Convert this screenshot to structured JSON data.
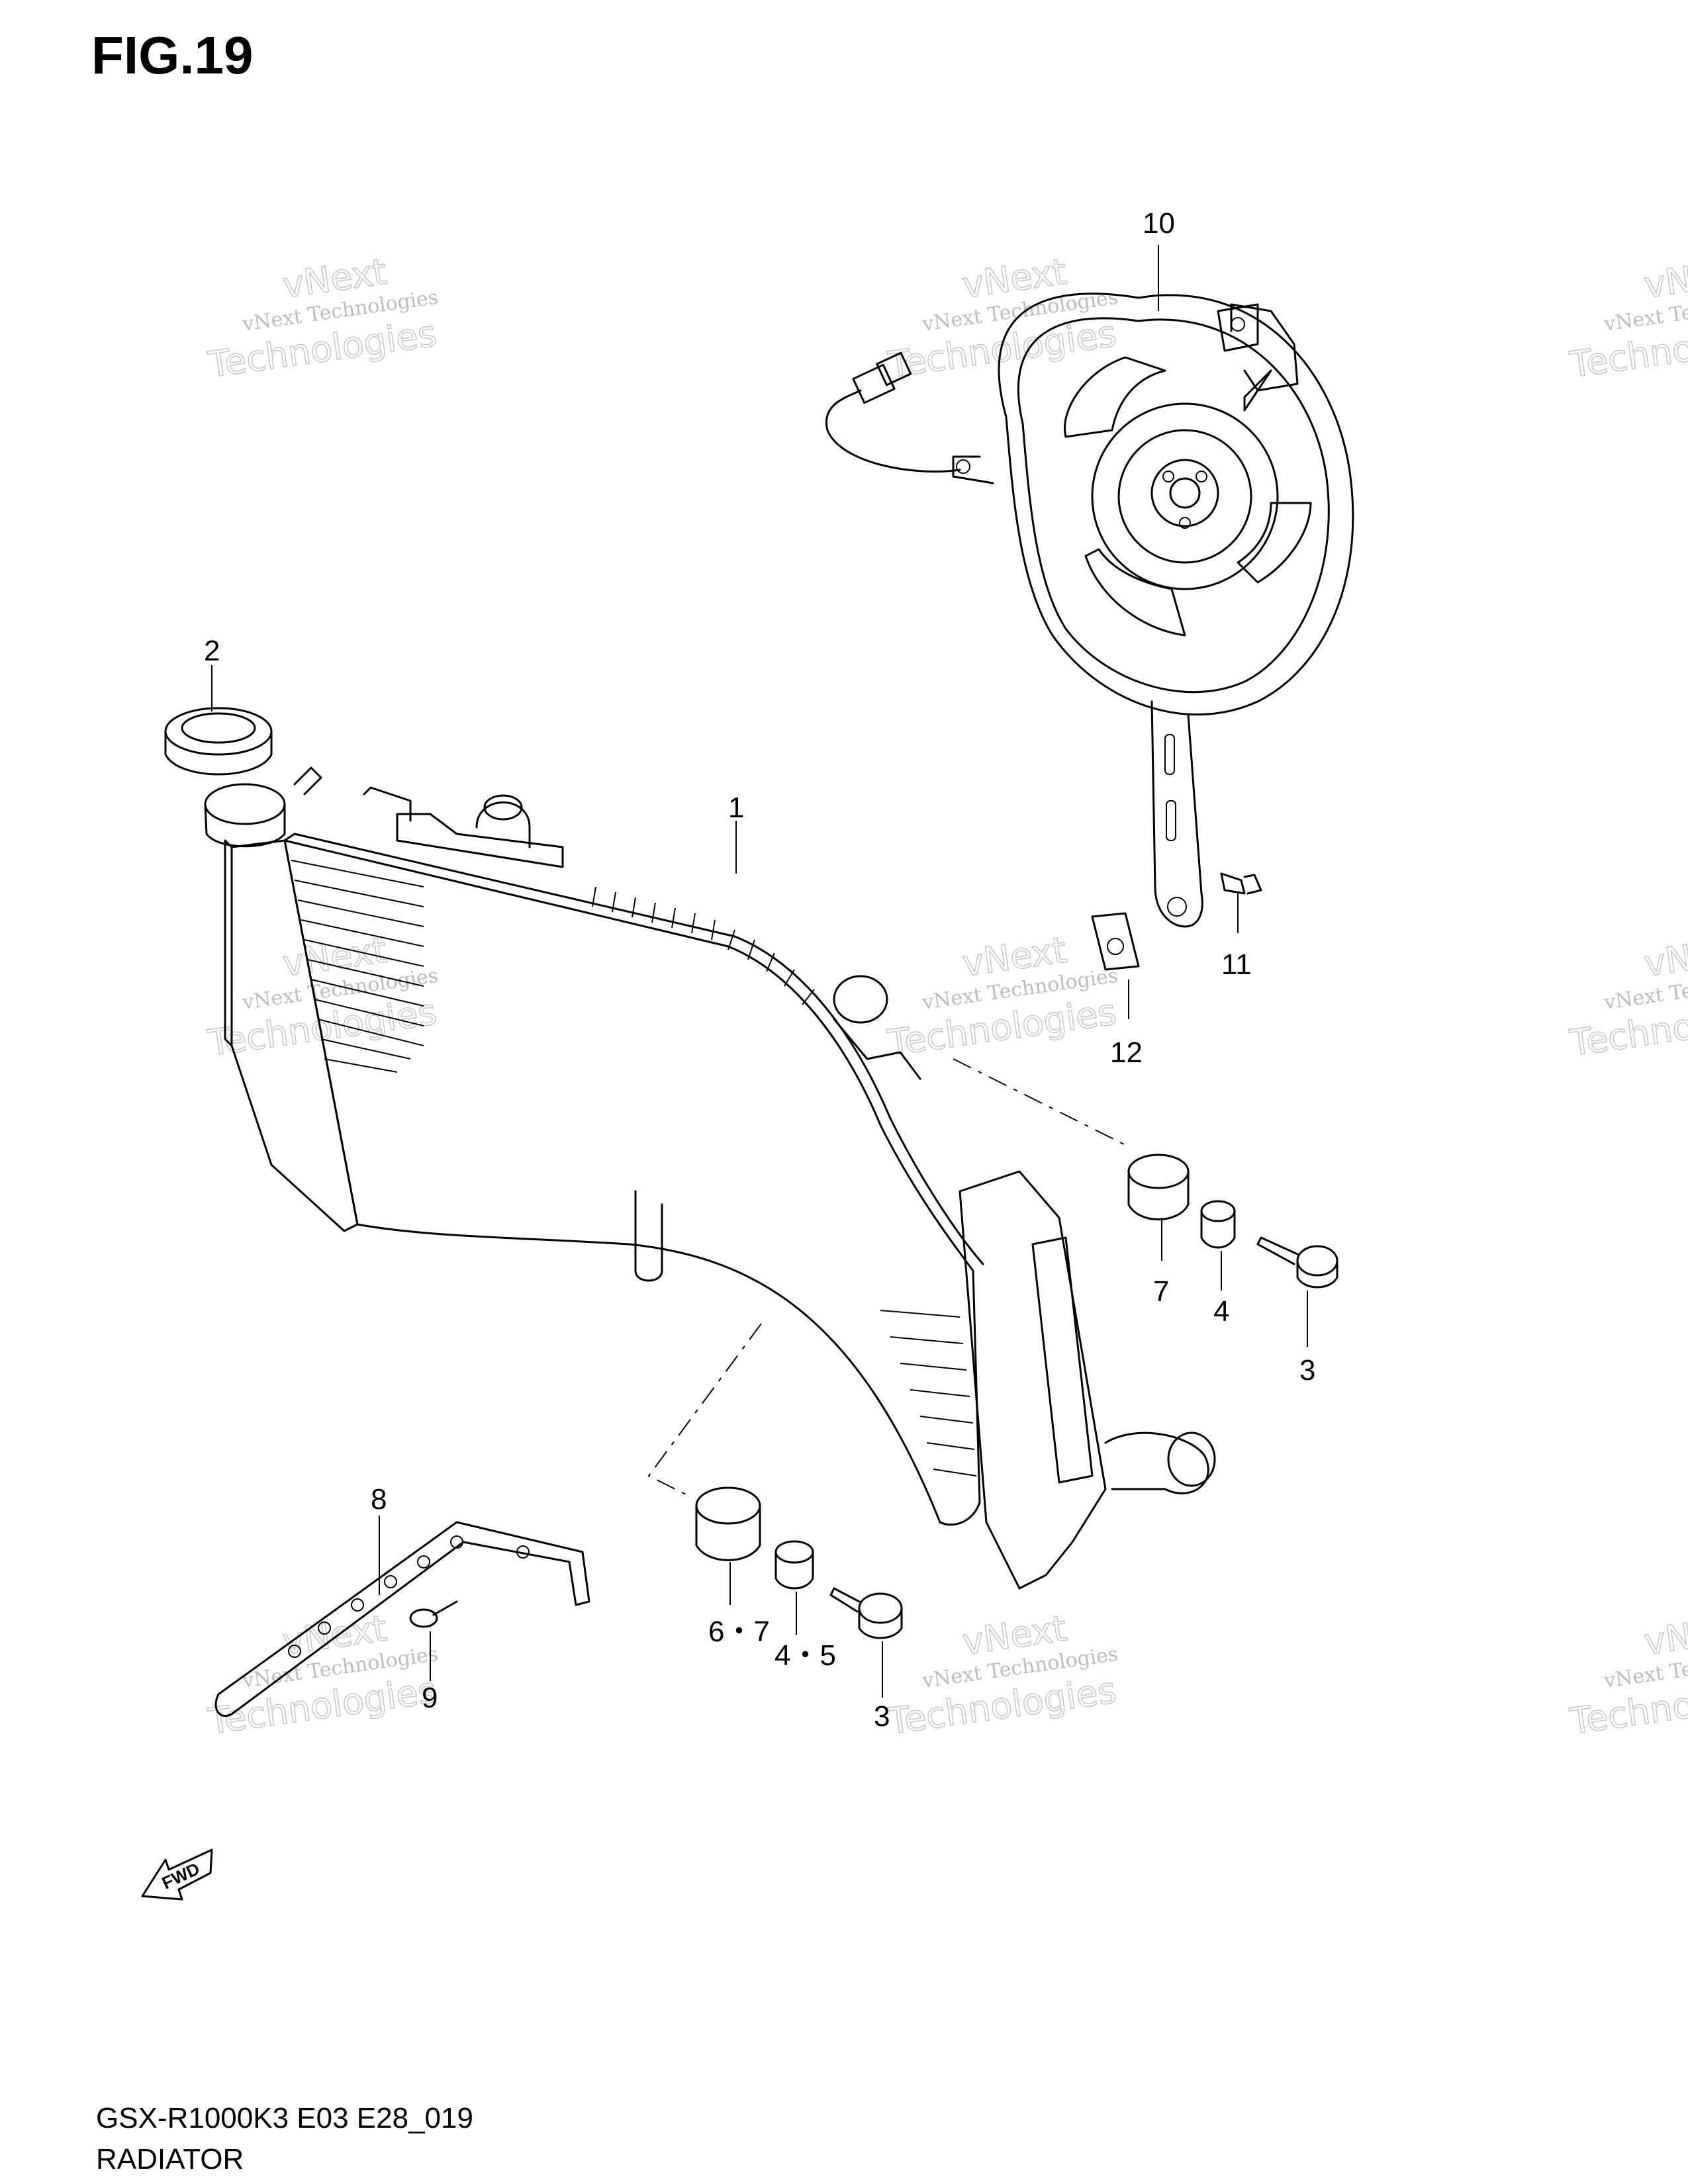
{
  "figure": {
    "title": "FIG.19"
  },
  "footer": {
    "model_code": "GSX-R1000K3 E03 E28_019",
    "group_name": "RADIATOR"
  },
  "fwd_label": "FWD",
  "watermark": {
    "line1": "vNext Technologies",
    "line2": "Technologies",
    "overlay": "vNext"
  },
  "callouts": [
    {
      "id": "c1",
      "text": "1"
    },
    {
      "id": "c2",
      "text": "2"
    },
    {
      "id": "c3a",
      "text": "3"
    },
    {
      "id": "c3b",
      "text": "3"
    },
    {
      "id": "c4",
      "text": "4"
    },
    {
      "id": "c45",
      "text": "4・5"
    },
    {
      "id": "c67",
      "text": "6・7"
    },
    {
      "id": "c7",
      "text": "7"
    },
    {
      "id": "c8",
      "text": "8"
    },
    {
      "id": "c9",
      "text": "9"
    },
    {
      "id": "c10",
      "text": "10"
    },
    {
      "id": "c11",
      "text": "11"
    },
    {
      "id": "c12",
      "text": "12"
    }
  ]
}
